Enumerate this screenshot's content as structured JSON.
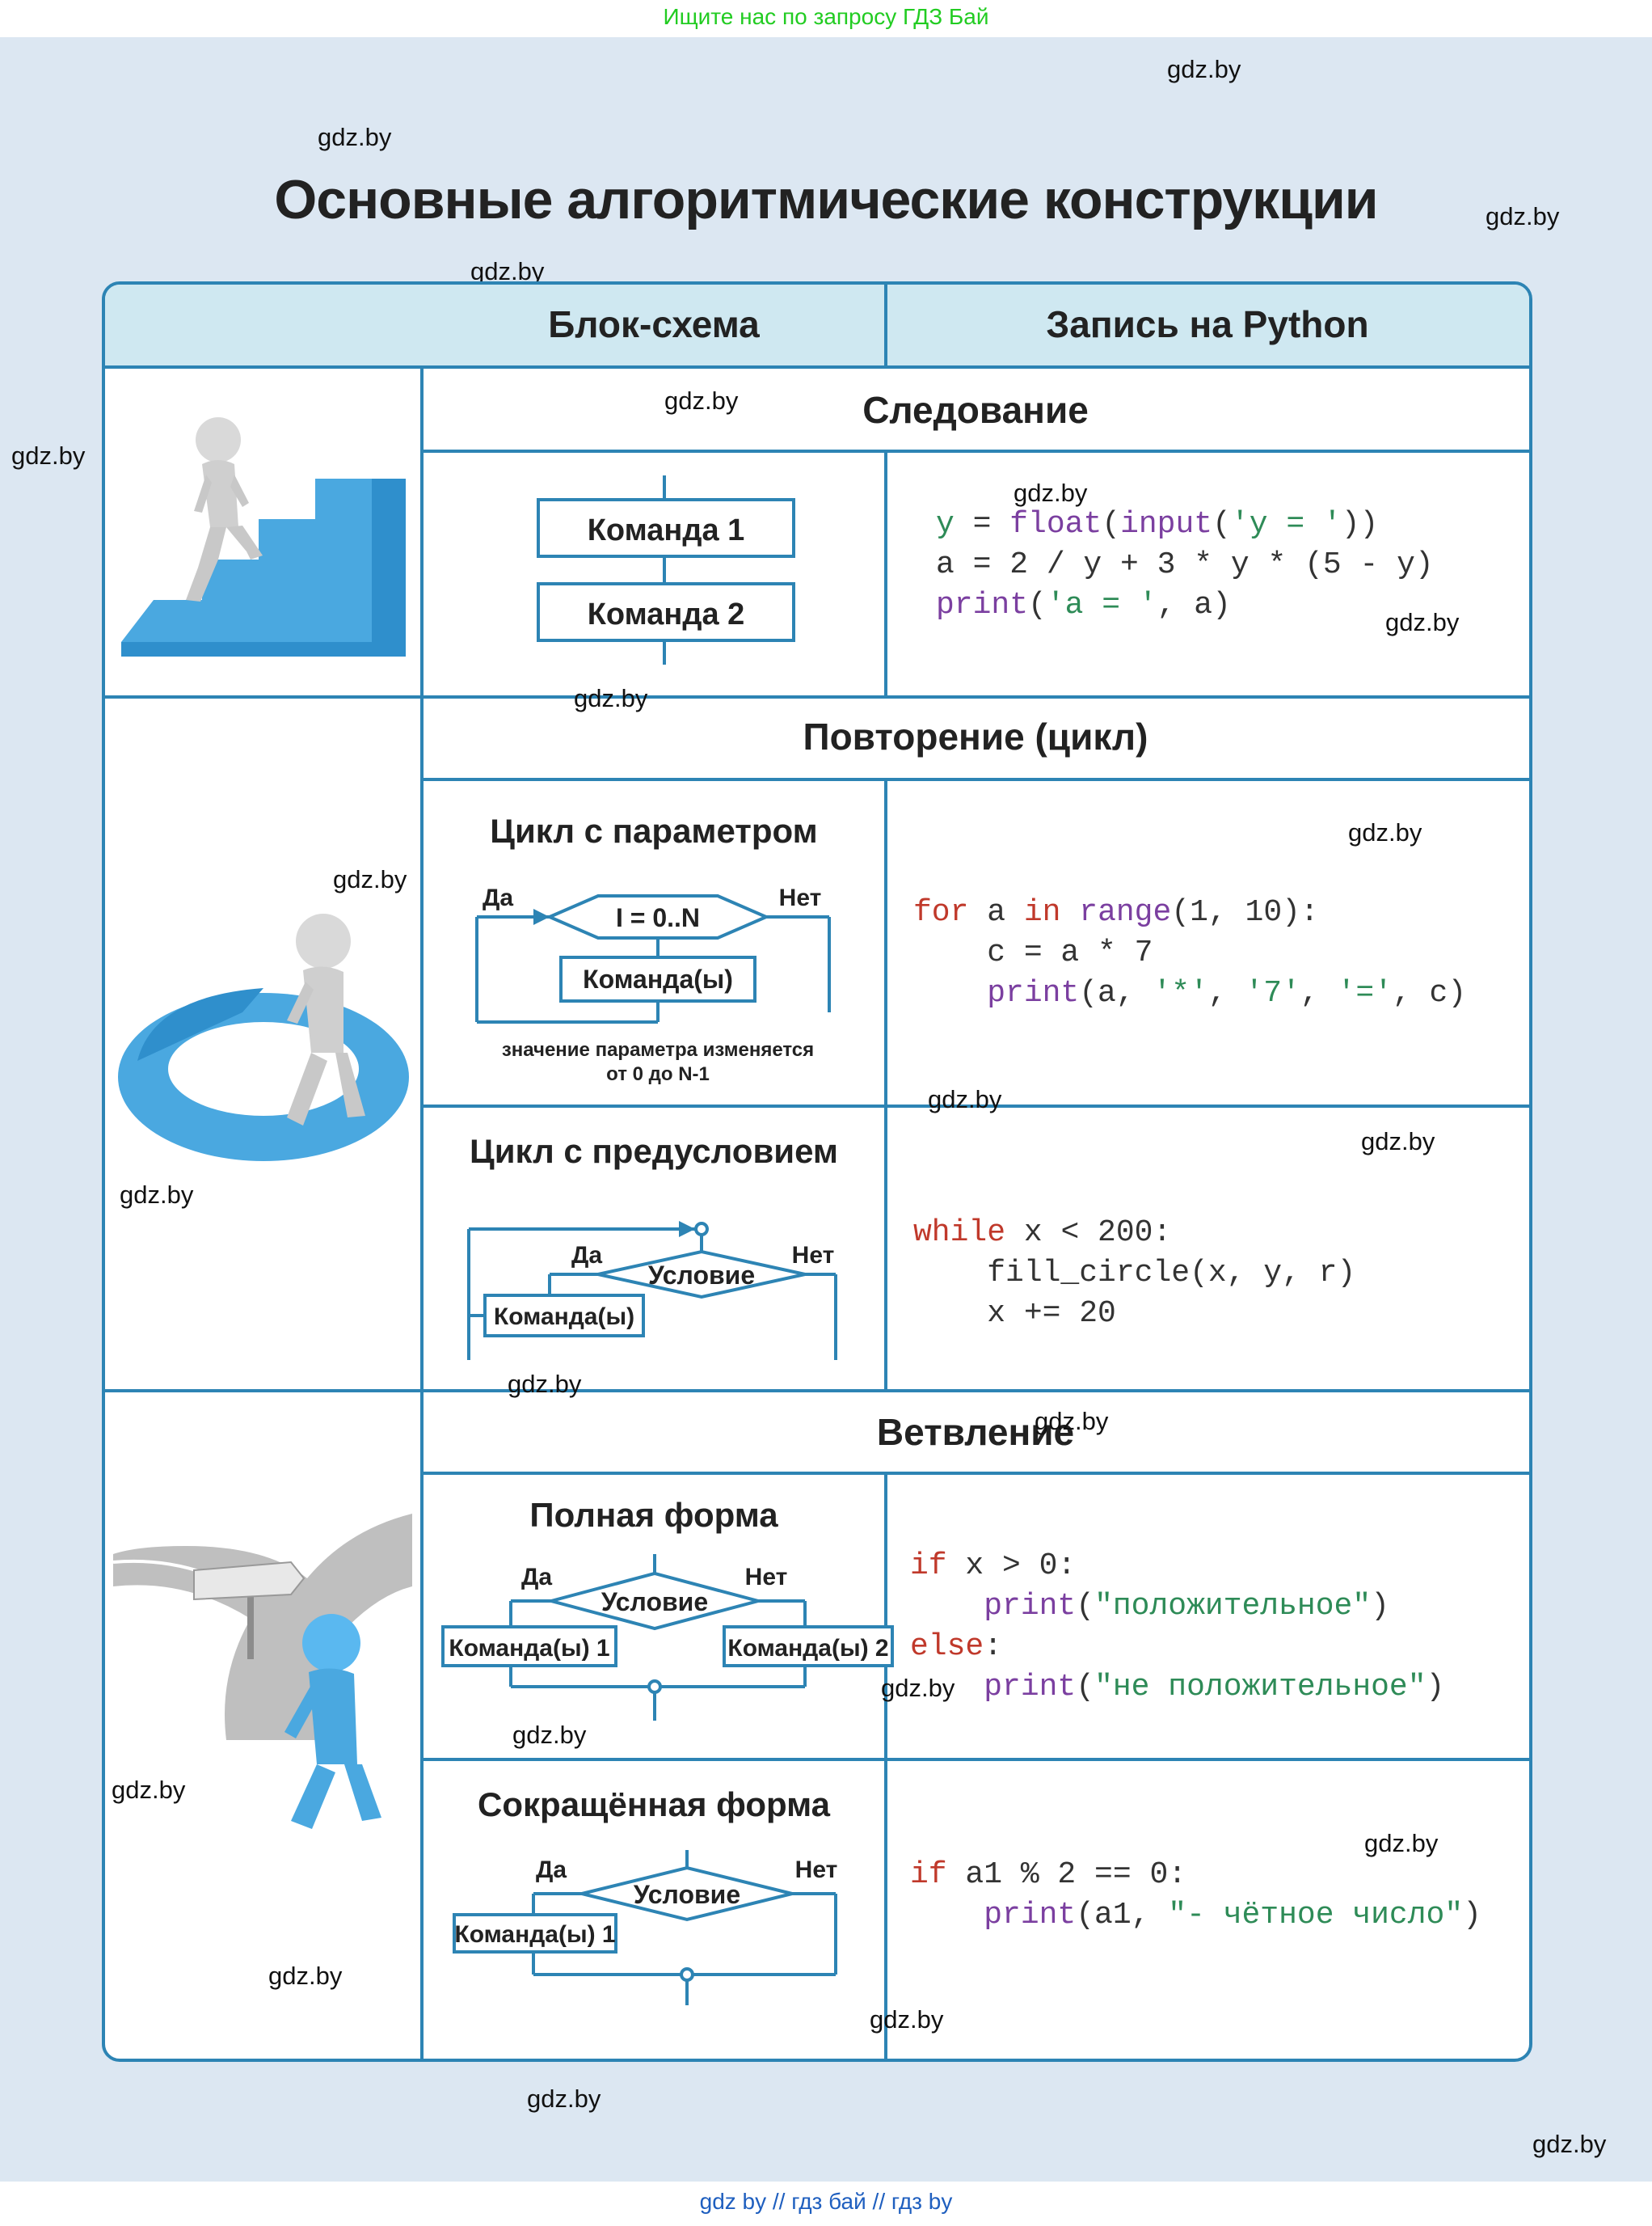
{
  "banner": "Ищите нас по запросу ГДЗ Бай",
  "footer": "gdz by  //  гдз бай  //  гдз by",
  "watermark": "gdz.by",
  "title": "Основные алгоритмические конструкции",
  "headers": {
    "flowchart": "Блок-схема",
    "python": "Запись на Python"
  },
  "sections": {
    "sequence": {
      "title": "Следование",
      "cmd1": "Команда 1",
      "cmd2": "Команда 2",
      "code": [
        "y = float(input('y = '))",
        "a = 2 / y + 3 * y * (5 - y)",
        "print('a = ', a)"
      ]
    },
    "loop": {
      "title": "Повторение (цикл)",
      "param": {
        "title": "Цикл с параметром",
        "yes": "Да",
        "no": "Нет",
        "range_label": "I = 0..N",
        "command": "Команда(ы)",
        "note_line1": "значение параметра изменяется",
        "note_line2": "от 0 до N-1",
        "code": [
          "for a in range(1, 10):",
          "    c = a * 7",
          "    print(a, '*', '7', '=', c)"
        ]
      },
      "pre": {
        "title": "Цикл с предусловием",
        "yes": "Да",
        "no": "Нет",
        "condition": "Условие",
        "command": "Команда(ы)",
        "code": [
          "while x < 200:",
          "    fill_circle(x, y, r)",
          "    x += 20"
        ]
      }
    },
    "branch": {
      "title": "Ветвление",
      "full": {
        "title": "Полная форма",
        "yes": "Да",
        "no": "Нет",
        "condition": "Условие",
        "cmd1": "Команда(ы) 1",
        "cmd2": "Команда(ы) 2",
        "code": [
          "if x > 0:",
          "    print(\"положительное\")",
          "else:",
          "    print(\"не положительное\")"
        ]
      },
      "short": {
        "title": "Сокращённая форма",
        "yes": "Да",
        "no": "Нет",
        "condition": "Условие",
        "cmd1": "Команда(ы) 1",
        "code": [
          "if a1 % 2 == 0:",
          "    print(a1, \"- чётное число\")"
        ]
      }
    }
  },
  "colors": {
    "accent": "#2d84b4",
    "header_bg": "#cfe8f1",
    "page_bg": "#dce7f2",
    "keyword": "#c0392b",
    "function": "#7b3fa0",
    "string": "#2e8b57"
  }
}
